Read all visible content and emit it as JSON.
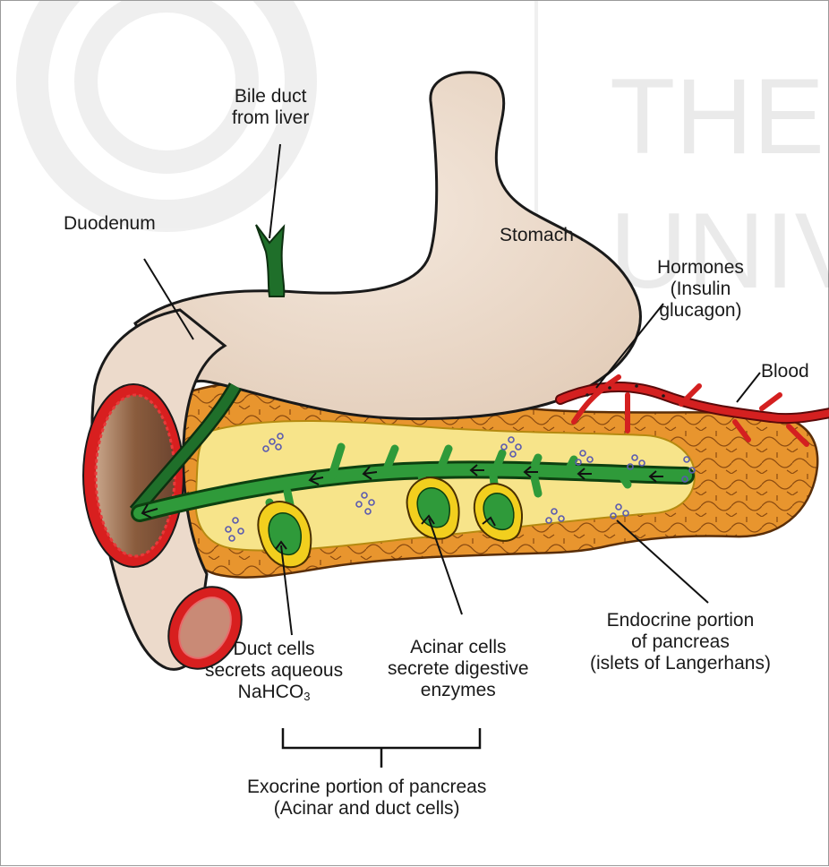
{
  "watermark": {
    "line1": "THE P",
    "line2": "UNIV"
  },
  "labels": {
    "bile_duct": [
      "Bile duct",
      "from liver"
    ],
    "duodenum": "Duodenum",
    "stomach": "Stomach",
    "hormones": [
      "Hormones",
      "(Insulin",
      "glucagon)"
    ],
    "blood": "Blood",
    "endocrine": [
      "Endocrine portion",
      "of pancreas",
      "(islets of Langerhans)"
    ],
    "acinar": [
      "Acinar cells",
      "secrete digestive",
      "enzymes"
    ],
    "duct_cells": {
      "line1": "Duct cells",
      "line2": "secrets aqueous",
      "line3_main": "NaHCO",
      "line3_sub": "3"
    },
    "exocrine": [
      "Exocrine portion of pancreas",
      "(Acinar and duct cells)"
    ]
  },
  "colors": {
    "stomach": "#eddcce",
    "pancreas": "#e8952e",
    "duct": "#2f9a3a",
    "acinus": "#f2cf1e",
    "blood": "#d42020",
    "duodenum_lumen": "#9c6f4f",
    "islet_cells": "#5a5ab0"
  }
}
